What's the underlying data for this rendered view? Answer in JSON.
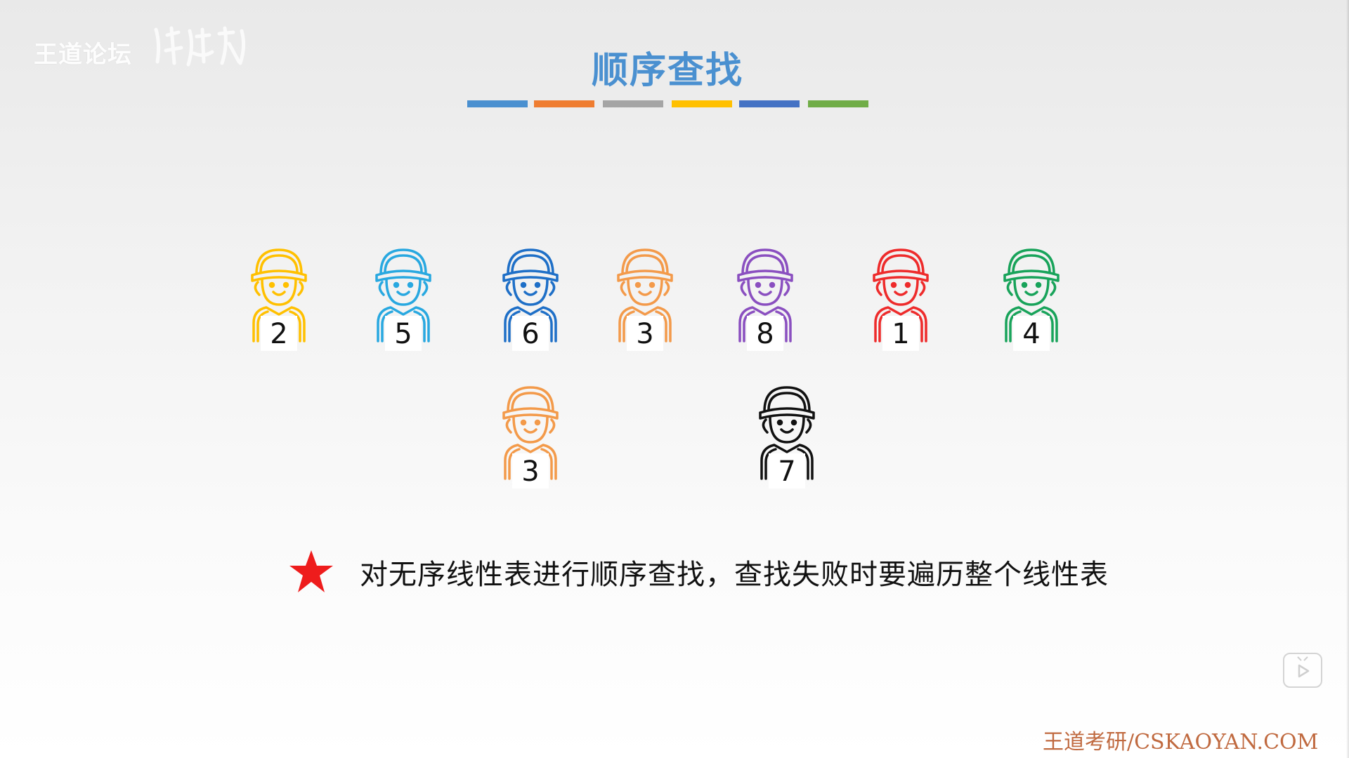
{
  "watermark": {
    "text": "王道论坛"
  },
  "slide": {
    "title": "顺序查找",
    "color_bar_colors": [
      "#4a90d0",
      "#ef7d31",
      "#a5a5a5",
      "#ffc000",
      "#4472c4",
      "#70ad47"
    ]
  },
  "row1": [
    {
      "label": "2",
      "color": "#ffc000"
    },
    {
      "label": "5",
      "color": "#28a8e0"
    },
    {
      "label": "6",
      "color": "#1e6fc7"
    },
    {
      "label": "3",
      "color": "#f39a4a"
    },
    {
      "label": "8",
      "color": "#8a4fc0"
    },
    {
      "label": "1",
      "color": "#ee2b2b"
    },
    {
      "label": "4",
      "color": "#18a35a"
    }
  ],
  "row2": [
    {
      "label": "3",
      "color": "#f39a4a"
    },
    {
      "label": "7",
      "color": "#111111"
    }
  ],
  "note": {
    "icon": "star-icon",
    "icon_color": "#ee1c1c",
    "text": "对无序线性表进行顺序查找，查找失败时要遍历整个线性表"
  },
  "footer": {
    "text": "王道考研/CSKAOYAN.COM",
    "color": "#c06a40"
  },
  "controls": {
    "tv_icon": "tv-play-icon"
  }
}
